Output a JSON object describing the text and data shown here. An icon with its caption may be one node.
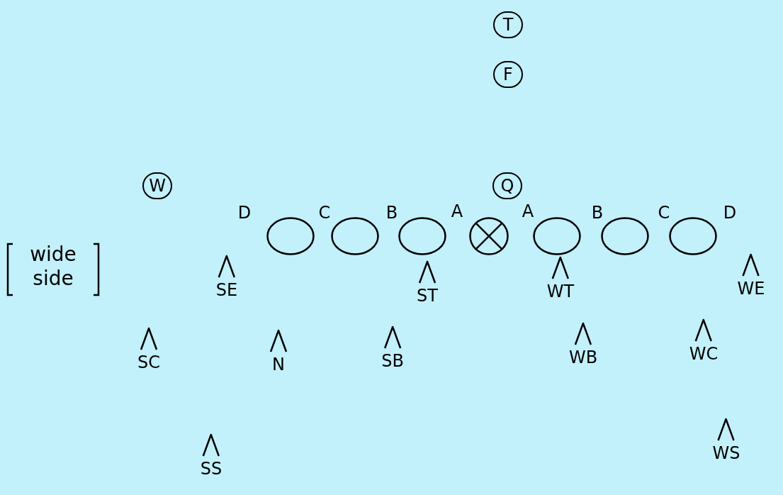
{
  "diagram": {
    "nodes": [
      {
        "text": [
          "T"
        ]
      },
      {
        "text": [
          "F"
        ]
      },
      {
        "text": [
          "W"
        ]
      },
      {
        "text": [
          "Q"
        ]
      },
      {
        "text": [],
        "shape": "ellipse"
      },
      {
        "text": [],
        "shape": "ellipse"
      },
      {
        "text": [],
        "shape": "ellipse"
      },
      {
        "text": [],
        "shape": "cross"
      },
      {
        "text": [],
        "shape": "ellipse"
      },
      {
        "text": [],
        "shape": "ellipse"
      },
      {
        "text": [],
        "shape": "ellipse"
      }
    ],
    "labels": [
      "D",
      "C",
      "B",
      "A",
      "A",
      "B",
      "C",
      "D",
      "wide side",
      "SE",
      "ST",
      "WT",
      "WE",
      "SC",
      "N",
      "SB",
      "WB",
      "WC",
      "SS",
      "WS"
    ]
  }
}
